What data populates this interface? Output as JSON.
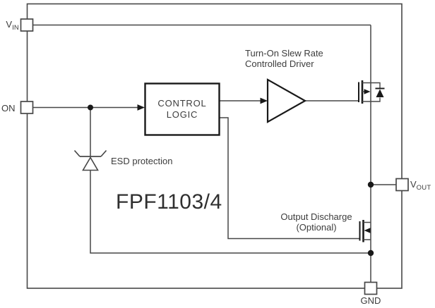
{
  "diagram": {
    "part_number": "FPF1103/4",
    "pins": {
      "vin": {
        "base": "V",
        "subscript": "IN"
      },
      "on": {
        "label": "ON"
      },
      "vout": {
        "base": "V",
        "subscript": "OUT"
      },
      "gnd": {
        "label": "GND"
      }
    },
    "control_logic": {
      "line1": "CONTROL",
      "line2": "LOGIC"
    },
    "driver_caption": {
      "line1": "Turn-On Slew Rate",
      "line2": "Controlled Driver"
    },
    "esd_label": "ESD protection",
    "discharge_caption": {
      "line1": "Output Discharge",
      "line2": "(Optional)"
    },
    "symbols": {
      "driver": "buffer-triangle-icon",
      "pass_transistor": "pmos-transistor-icon",
      "body_diode": "diode-icon",
      "esd": "zener-diode-icon",
      "discharge_transistor": "nmos-transistor-icon"
    },
    "colors": {
      "wire": "#474747",
      "strong": "#191919",
      "text": "#3c3c3c",
      "background": "#ffffff"
    }
  }
}
